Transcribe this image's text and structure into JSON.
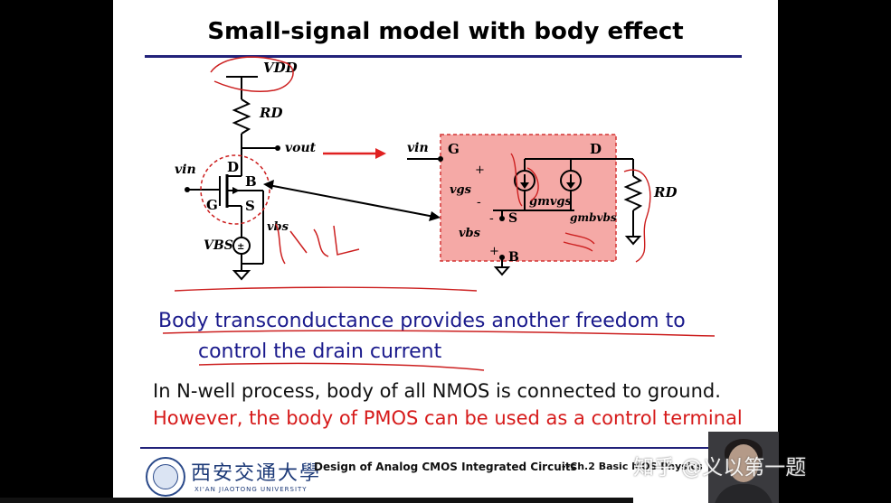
{
  "slide": {
    "title": "Small-signal model with body effect",
    "text_blue_line1": "Body transconductance provides another freedom to",
    "text_blue_line2": "control the drain current",
    "text_black": "In N-well process, body of all NMOS is connected to ground.",
    "text_red": "However, the body of PMOS can be used as a control terminal"
  },
  "circuit": {
    "vdd": "VDD",
    "rd": "RD",
    "vout": "vout",
    "vin": "vin",
    "d": "D",
    "g": "G",
    "b": "B",
    "s": "S",
    "vbs": "vbs",
    "VBS": "VBS",
    "plus": "+",
    "minus": "-",
    "model_vin": "vin",
    "model_g": "G",
    "model_d": "D",
    "model_s": "S",
    "model_b": "B",
    "vgs": "vgs",
    "gm_vgs": "gmvgs",
    "gmb_vbs": "gmbvbs",
    "model_rd": "RD",
    "model_vbs": "vbs"
  },
  "footer": {
    "university_cn": "西安交通大學",
    "university_en": "XI'AN JIAOTONG UNIVERSITY",
    "course": "Design of Analog CMOS Integrated Circuits",
    "chapter": "--Ch.2 Basic MOS Physics"
  },
  "overlay": {
    "watermark": "知乎 @义以第一题"
  },
  "colors": {
    "title_rule": "#22227a",
    "blue_text": "#1a1a8c",
    "red_text": "#d61a1a",
    "model_box_fill": "#f5a9a6",
    "model_box_border": "#d43434",
    "annotation": "#cc1f1f"
  }
}
